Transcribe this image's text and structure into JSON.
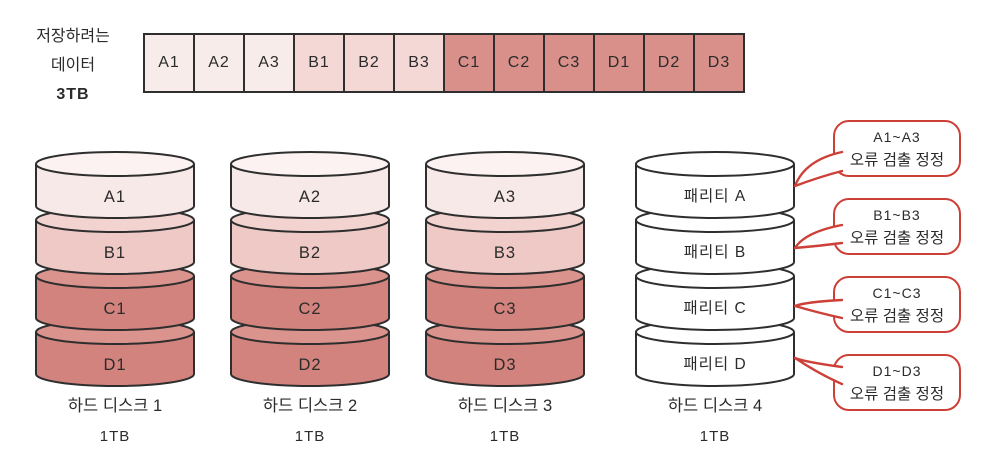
{
  "source": {
    "line1": "저장하려는",
    "line2": "데이터",
    "size": "3TB"
  },
  "data_blocks": [
    {
      "label": "A1",
      "group": "a"
    },
    {
      "label": "A2",
      "group": "a"
    },
    {
      "label": "A3",
      "group": "a"
    },
    {
      "label": "B1",
      "group": "b"
    },
    {
      "label": "B2",
      "group": "b"
    },
    {
      "label": "B3",
      "group": "b"
    },
    {
      "label": "C1",
      "group": "c"
    },
    {
      "label": "C2",
      "group": "c"
    },
    {
      "label": "C3",
      "group": "c"
    },
    {
      "label": "D1",
      "group": "d"
    },
    {
      "label": "D2",
      "group": "d"
    },
    {
      "label": "D3",
      "group": "d"
    }
  ],
  "disks": [
    {
      "name": "하드 디스크 1",
      "capacity": "1TB",
      "segments": [
        {
          "label": "A1"
        },
        {
          "label": "B1"
        },
        {
          "label": "C1"
        },
        {
          "label": "D1"
        }
      ]
    },
    {
      "name": "하드 디스크 2",
      "capacity": "1TB",
      "segments": [
        {
          "label": "A2"
        },
        {
          "label": "B2"
        },
        {
          "label": "C2"
        },
        {
          "label": "D2"
        }
      ]
    },
    {
      "name": "하드 디스크 3",
      "capacity": "1TB",
      "segments": [
        {
          "label": "A3"
        },
        {
          "label": "B3"
        },
        {
          "label": "C3"
        },
        {
          "label": "D3"
        }
      ]
    },
    {
      "name": "하드 디스크 4",
      "capacity": "1TB",
      "segments": [
        {
          "label": "패리티 A"
        },
        {
          "label": "패리티 B"
        },
        {
          "label": "패리티 C"
        },
        {
          "label": "패리티 D"
        }
      ]
    }
  ],
  "callouts": [
    {
      "range": "A1~A3",
      "action": "오류 검출 정정"
    },
    {
      "range": "B1~B3",
      "action": "오류 검출 정정"
    },
    {
      "range": "C1~C3",
      "action": "오류 검출 정정"
    },
    {
      "range": "D1~D3",
      "action": "오류 검출 정정"
    }
  ],
  "colors": {
    "outline": "#2e2e2e",
    "group_a": "#f8ecea",
    "group_b": "#f4d8d6",
    "group_c": "#d9908a",
    "group_d": "#d9908a",
    "parity": "#ffffff",
    "accent_red": "#cd4038",
    "text": "#2b2b2b"
  }
}
